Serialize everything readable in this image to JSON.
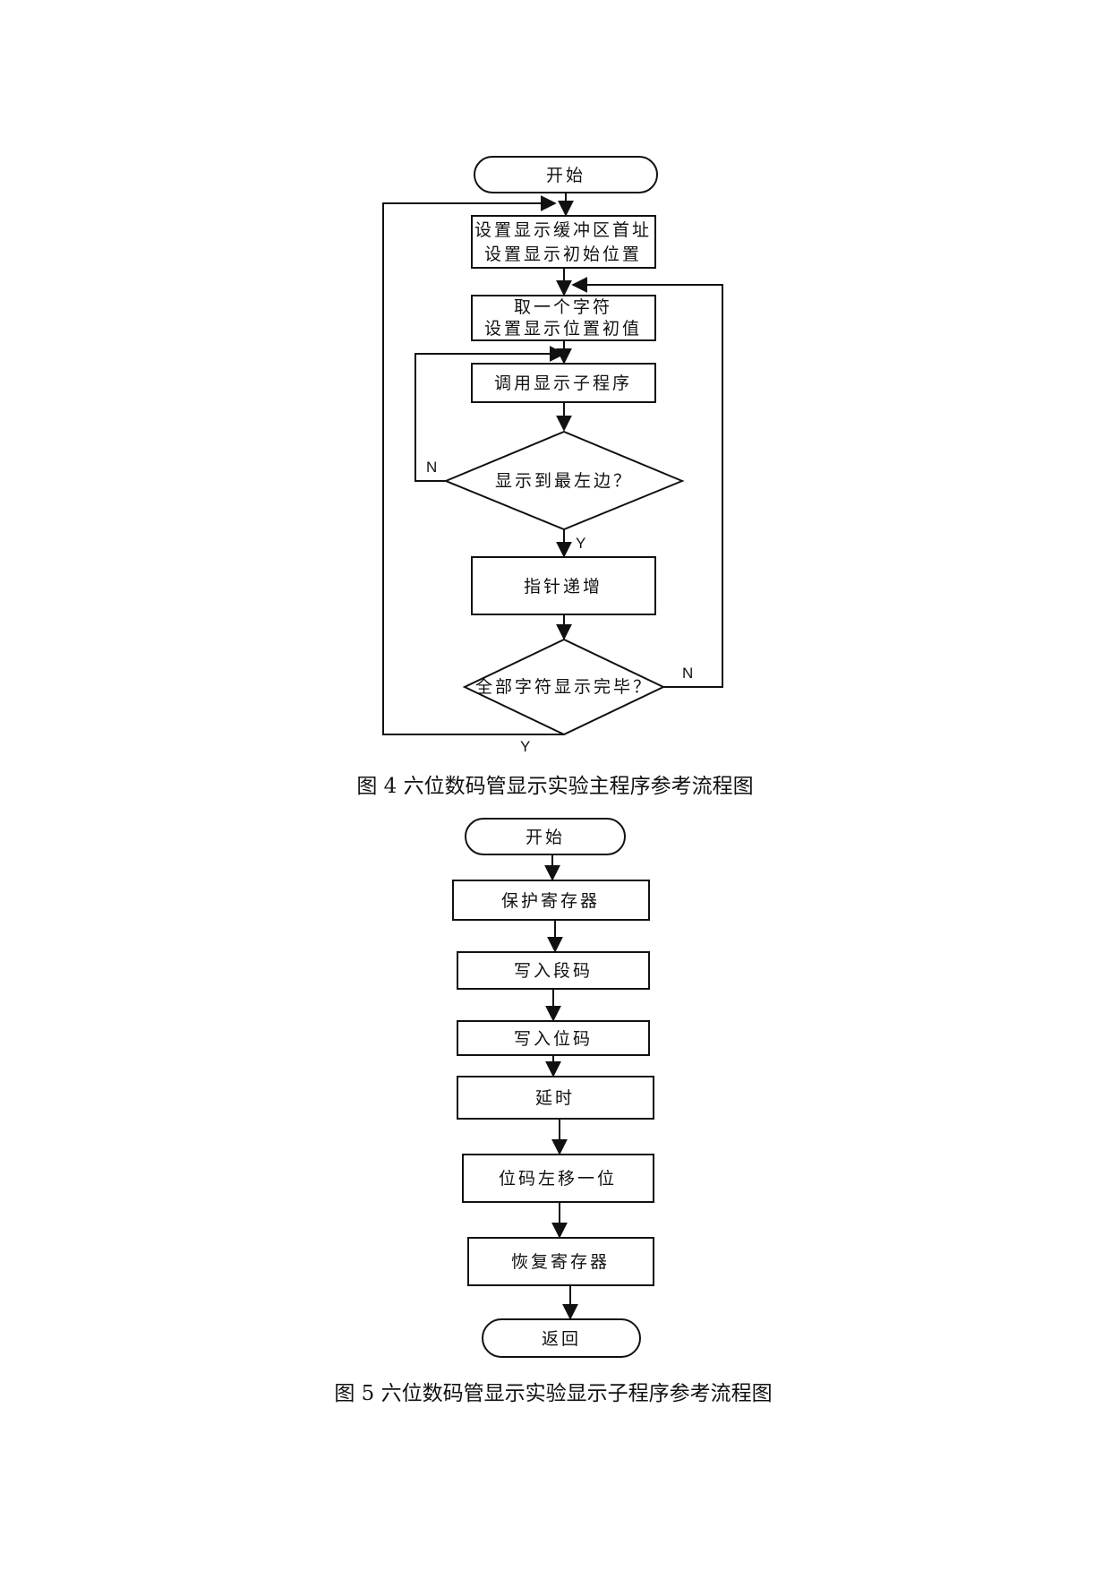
{
  "figure4": {
    "start": "开始",
    "init_box": [
      "设置显示缓冲区首址",
      "设置显示初始位置"
    ],
    "fetch_box": [
      "取一个字符",
      "设置显示位置初值"
    ],
    "call_box": "调用显示子程序",
    "decision_left": "显示到最左边？",
    "pointer_box": "指针递增",
    "decision_done": "全部字符显示完毕？",
    "label_n_left": "N",
    "label_y_mid": "Y",
    "label_n_right": "N",
    "label_y_bottom": "Y",
    "caption": "图 4 六位数码管显示实验主程序参考流程图"
  },
  "figure5": {
    "start": "开始",
    "steps": [
      "保护寄存器",
      "写入段码",
      "写入位码",
      "延时",
      "位码左移一位",
      "恢复寄存器"
    ],
    "end": "返回",
    "caption": "图 5 六位数码管显示实验显示子程序参考流程图"
  }
}
